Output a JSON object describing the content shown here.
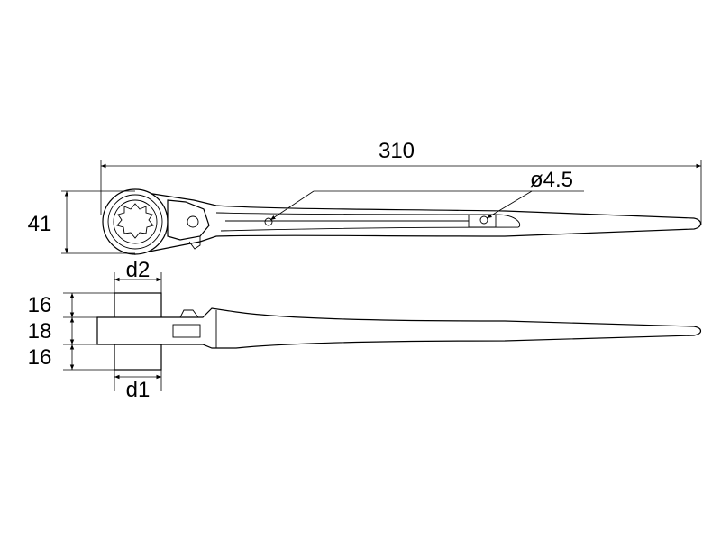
{
  "dimensions": {
    "overall_length": "310",
    "head_height": "41",
    "hole_diameter": "ø4.5",
    "socket_d2": "d2",
    "socket_d1": "d1",
    "thickness_top": "16",
    "thickness_mid": "18",
    "thickness_bottom": "16"
  }
}
